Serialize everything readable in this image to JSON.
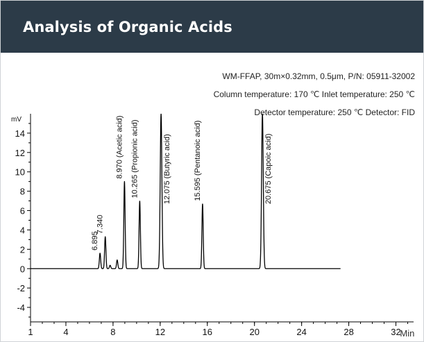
{
  "header": {
    "title": "Analysis of Organic Acids"
  },
  "conditions": {
    "line1": "WM-FFAP, 30m×0.32mm, 0.5μm, P/N: 05911-32002",
    "line2": "Column temperature: 170 ℃  Inlet temperature: 250 ℃",
    "line3": "Detector temperature: 250 ℃  Detector:  FID"
  },
  "chart_data": {
    "type": "line",
    "title": "",
    "xlabel": "Min",
    "ylabel": "mV",
    "xlim": [
      1,
      33.5
    ],
    "ylim": [
      -5.5,
      16
    ],
    "x_ticks": [
      1,
      4,
      8,
      12,
      16,
      20,
      24,
      28,
      32
    ],
    "y_ticks": [
      -4,
      -2,
      0,
      2,
      4,
      6,
      8,
      10,
      12,
      14
    ],
    "baseline_end": 27.3,
    "peaks": [
      {
        "rt": 6.895,
        "height": 1.6,
        "label": "6.895"
      },
      {
        "rt": 7.34,
        "height": 3.3,
        "label": "7.340"
      },
      {
        "rt": 7.75,
        "height": 0.35,
        "label": ""
      },
      {
        "rt": 8.35,
        "height": 0.9,
        "label": ""
      },
      {
        "rt": 8.97,
        "height": 9.0,
        "label": "8.970 (Acetic acid)"
      },
      {
        "rt": 10.265,
        "height": 7.0,
        "label": "10.265 (Propionic acid)"
      },
      {
        "rt": 12.075,
        "height": 16,
        "label": "12.075 (Butyric acid)"
      },
      {
        "rt": 15.595,
        "height": 6.7,
        "label": "15.595 (Pentanoic acid)"
      },
      {
        "rt": 20.675,
        "height": 16,
        "label": "20.675 (Capoic acid)"
      }
    ],
    "line_color": "#000000"
  }
}
